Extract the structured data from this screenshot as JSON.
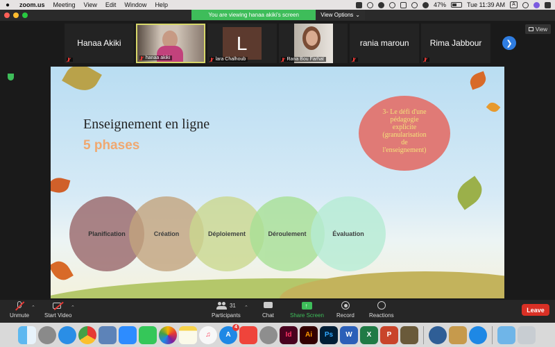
{
  "menubar": {
    "app_name": "zoom.us",
    "items": [
      "Meeting",
      "View",
      "Edit",
      "Window",
      "Help"
    ],
    "battery": "47%",
    "clock": "Tue 11:39 AM",
    "input_source": "A"
  },
  "banner": {
    "text": "You are viewing hanaa akiki's screen",
    "options_label": "View Options"
  },
  "gallery": {
    "tiles": [
      {
        "name": "Hanaa Akiki",
        "label": ""
      },
      {
        "name": "",
        "label": "hanaa akiki"
      },
      {
        "name": "",
        "label": "lara Chalhoub",
        "initial": "L"
      },
      {
        "name": "",
        "label": "Rana Bou Farhat"
      },
      {
        "name": "rania maroun",
        "label": ""
      },
      {
        "name": "Rima Jabbour",
        "label": ""
      }
    ],
    "view_label": "View"
  },
  "slide": {
    "title": "Enseignement en ligne",
    "subtitle": "5 phases",
    "callout": [
      "3- Le défi d'une",
      "pédagogie",
      "explicite",
      "(granularisation",
      "de",
      "l'enseignement)"
    ],
    "phases": [
      {
        "label": "Planification",
        "color": "#9e6f72"
      },
      {
        "label": "Création",
        "color": "#c3a47e"
      },
      {
        "label": "Déploiement",
        "color": "#cbd88f"
      },
      {
        "label": "Déroulement",
        "color": "#a8e095"
      },
      {
        "label": "Évaluation",
        "color": "#b6ecd4"
      }
    ]
  },
  "toolbar": {
    "unmute": "Unmute",
    "start_video": "Start Video",
    "participants": "Participants",
    "participants_count": "31",
    "chat": "Chat",
    "share_screen": "Share Screen",
    "record": "Record",
    "reactions": "Reactions",
    "leave": "Leave"
  },
  "dock": {
    "app_store_badge": "4",
    "indesign": "Id",
    "illustrator": "Ai",
    "photoshop": "Ps",
    "word": "W",
    "excel": "X",
    "powerpoint": "P"
  },
  "colors": {
    "zoom_green": "#3ebd5a",
    "zoom_blue": "#2f7de1",
    "leave_red": "#d93025",
    "callout_fill": "#e07a76",
    "callout_text": "#f4e27a",
    "subtitle_orange": "#f0a870"
  }
}
